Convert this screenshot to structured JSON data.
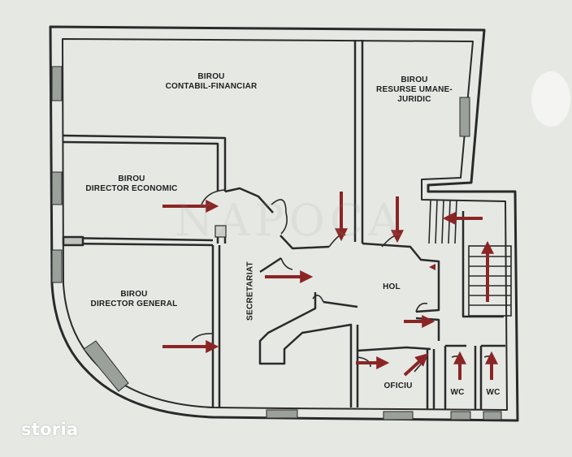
{
  "rooms": {
    "contabil": "BIROU\nCONTABIL-FINANCIAR",
    "resurse": "BIROU\nRESURSE UMANE-\nJURIDIC",
    "economic": "BIROU\nDIRECTOR ECONOMIC",
    "general": "BIROU\nDIRECTOR GENERAL",
    "secretariat": "SECRETARIAT",
    "hol": "HOL",
    "oficiu": "OFICIU",
    "wc1": "WC",
    "wc2": "WC"
  },
  "brand": "storia",
  "watermark": "NAPOCA",
  "colors": {
    "background": "#e6e8e4",
    "wall": "#2a2a2a",
    "arrow": "#8b2525",
    "window": "#9aa09a"
  },
  "icons": {
    "arrow": "entry-arrow-icon",
    "stairs": "stairs-icon"
  }
}
